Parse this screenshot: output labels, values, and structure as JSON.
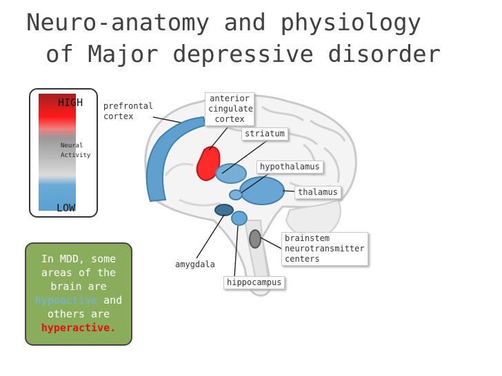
{
  "title": {
    "line1": "Neuro-anatomy and physiology",
    "line2": "of Major depressive disorder"
  },
  "scale": {
    "high": "HIGH",
    "low": "LOW",
    "neural": "Neural",
    "activity": "Activity",
    "colors": {
      "high": "#ff1a1a",
      "mid": "#aaaaaa",
      "low": "#5b9fd1"
    }
  },
  "note": {
    "line1": "In MDD, some",
    "line2": "areas of the",
    "line3": "brain are",
    "hypo_word": "hypoactive",
    "and_word": " and",
    "line5": "others are",
    "hyper_word": "hyperactive.",
    "bg_color": "#8aad5c"
  },
  "labels": {
    "prefrontal": [
      "prefrontal",
      "cortex"
    ],
    "acc": [
      "anterior",
      "cingulate",
      "cortex"
    ],
    "striatum": "striatum",
    "hypothalamus": "hypothalamus",
    "thalamus": "thalamus",
    "brainstem": [
      "brainstem",
      "neurotransmitter",
      "centers"
    ],
    "amygdala": "amygdala",
    "hippocampus": "hippocampus"
  }
}
